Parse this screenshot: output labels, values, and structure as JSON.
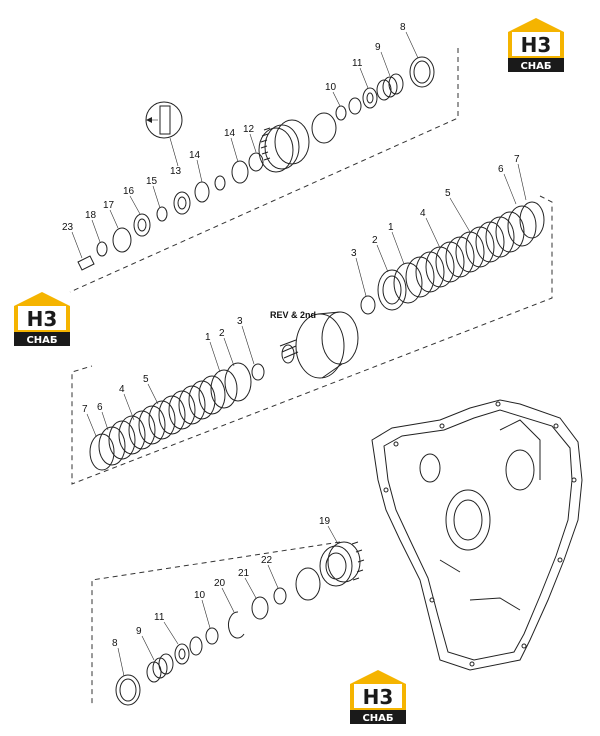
{
  "diagram": {
    "assembly_label": "REV & 2nd",
    "logo": {
      "mark": "H3",
      "brand": "СНАБ",
      "color_yellow": "#f5b400",
      "color_dark": "#1a1a1a"
    },
    "callouts": {
      "c8a": "8",
      "c9a": "9",
      "c11a": "11",
      "c10a": "10",
      "c12": "12",
      "c14a": "14",
      "c14b": "14",
      "c13": "13",
      "c15": "15",
      "c16": "16",
      "c17": "17",
      "c18": "18",
      "c23": "23",
      "c7r": "7",
      "c6r": "6",
      "c5r": "5",
      "c4r": "4",
      "c1r": "1",
      "c2r": "2",
      "c3r": "3",
      "c1l": "1",
      "c2l": "2",
      "c3l": "3",
      "c4l": "4",
      "c5l": "5",
      "c6l": "6",
      "c7l": "7",
      "c19": "19",
      "c22": "22",
      "c21": "21",
      "c20": "20",
      "c10b": "10",
      "c11b": "11",
      "c9b": "9",
      "c8b": "8"
    }
  }
}
